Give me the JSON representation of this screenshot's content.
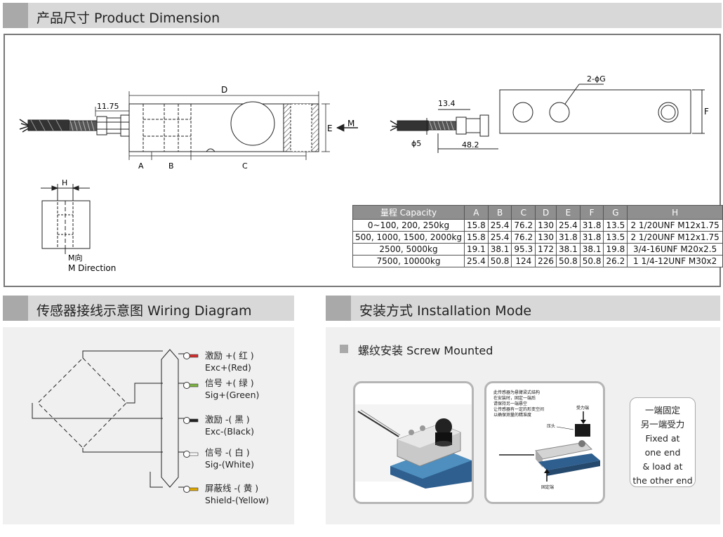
{
  "sections": {
    "dimension_title": "产品尺寸 Product Dimension",
    "wiring_title": "传感器接线示意图 Wiring Diagram",
    "install_title": "安装方式 Installation Mode"
  },
  "drawing": {
    "dim_d": "D",
    "dim_a": "A",
    "dim_b": "B",
    "dim_c": "C",
    "dim_e": "E",
    "dim_h": "H",
    "dim_f": "F",
    "dim_1175": "11.75",
    "dim_134": "13.4",
    "dim_phi5": "ϕ5",
    "dim_482": "48.2",
    "dim_2g": "2-ϕG",
    "arrow_m": "M",
    "m_cn": "M向",
    "m_en": "M Direction"
  },
  "table": {
    "headers": [
      "量程 Capacity",
      "A",
      "B",
      "C",
      "D",
      "E",
      "F",
      "G",
      "H"
    ],
    "rows": [
      [
        "0~100, 200, 250kg",
        "15.8",
        "25.4",
        "76.2",
        "130",
        "25.4",
        "31.8",
        "13.5",
        "2  1/20UNF  M12x1.75"
      ],
      [
        "500, 1000, 1500, 2000kg",
        "15.8",
        "25.4",
        "76.2",
        "130",
        "31.8",
        "31.8",
        "13.5",
        "2  1/20UNF  M12x1.75"
      ],
      [
        "2500, 5000kg",
        "19.1",
        "38.1",
        "95.3",
        "172",
        "38.1",
        "38.1",
        "19.8",
        "3/4-16UNF  M20x2.5"
      ],
      [
        "7500, 10000kg",
        "25.4",
        "50.8",
        "124",
        "226",
        "50.8",
        "50.8",
        "26.2",
        "1  1/4-12UNF  M30x2"
      ]
    ]
  },
  "wiring": [
    {
      "cn": "激励 +( 红 )",
      "en": "Exc+(Red)",
      "color": "#d32f2f"
    },
    {
      "cn": "信号 +( 绿 )",
      "en": "Sig+(Green)",
      "color": "#7cb342"
    },
    {
      "cn": "激励 -( 黑 )",
      "en": "Exc-(Black)",
      "color": "#222222"
    },
    {
      "cn": "信号 -( 白 )",
      "en": "Sig-(White)",
      "color": "#ffffff"
    },
    {
      "cn": "屏蔽线 -( 黄 )",
      "en": "Shield-(Yellow)",
      "color": "#e0a800"
    }
  ],
  "install": {
    "screw_title": "螺纹安装 Screw Mounted",
    "diagram_notes": [
      "此传感器为悬臂梁式结构",
      "在安装时，固定一端后",
      "请保持另一端悬空",
      "让传感器有一定的形变空间",
      "以确保测量的精准度"
    ],
    "force_end": "受力端",
    "press_head": "压头",
    "fixed_end": "固定端",
    "note_lines": [
      "一端固定",
      "另一端受力",
      "Fixed at",
      "one end",
      "& load at",
      "the other end"
    ]
  }
}
